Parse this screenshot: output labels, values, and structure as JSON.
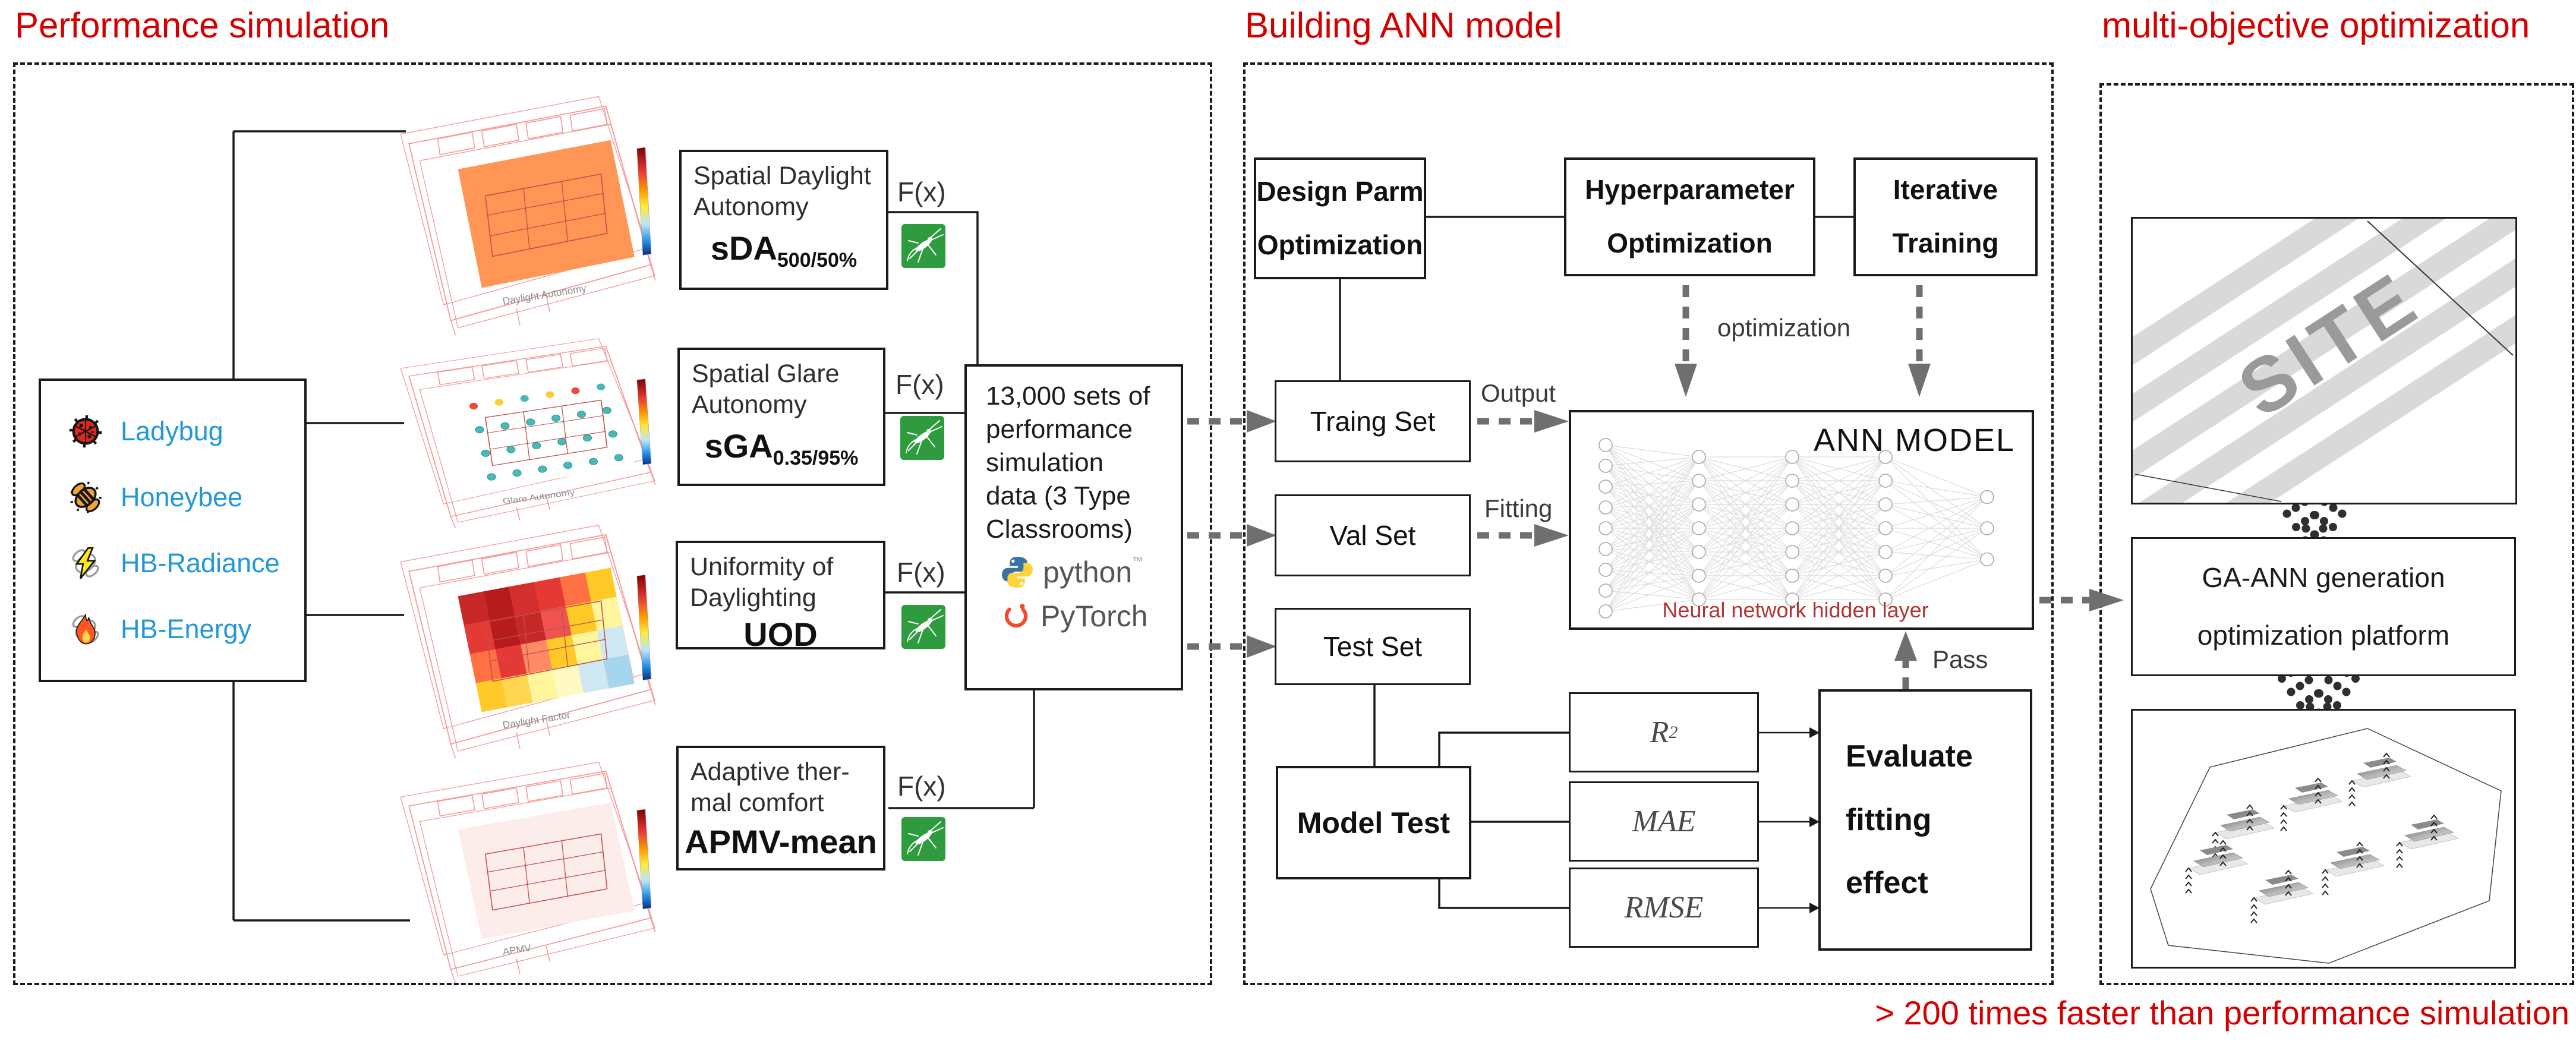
{
  "titles": {
    "left": "Performance simulation",
    "middle": "Building ANN model",
    "right": "multi-objective optimization",
    "footnote": "> 200 times faster than performance simulation"
  },
  "colors": {
    "accent_red": "#d40000",
    "tool_label_blue": "#2398d8",
    "grasshopper_green": "#2e9b3e",
    "hidden_layer_caption_red": "#b03434",
    "arrow_gray": "#6f6f6f",
    "pytorch_orange": "#ee4c2c",
    "python_blue": "#3873a3",
    "python_yellow": "#ffd43b"
  },
  "tools": {
    "items": [
      {
        "label": "Ladybug",
        "icon": "ladybug-icon"
      },
      {
        "label": "Honeybee",
        "icon": "honeybee-icon"
      },
      {
        "label": "HB-Radiance",
        "icon": "radiance-bolt-icon"
      },
      {
        "label": "HB-Energy",
        "icon": "energy-flame-icon"
      }
    ]
  },
  "thumbnails": [
    {
      "caption": "Daylight Autonomy",
      "style": "solid",
      "floor": "#ff9655"
    },
    {
      "caption": "Glare Autonomy",
      "style": "dots",
      "floor": "#ffffff"
    },
    {
      "caption": "Daylight Factor",
      "style": "patches",
      "floor": "#ffd27f"
    },
    {
      "caption": "APMV",
      "style": "solid",
      "floor": "#fcecea"
    }
  ],
  "metrics": [
    {
      "line1": "Spatial Daylight",
      "line2": "Autonomy",
      "abbr": "sDA",
      "sub": "500/50%",
      "fx": "F(x)"
    },
    {
      "line1": "Spatial Glare",
      "line2": "Autonomy",
      "abbr": "sGA",
      "sub": "0.35/95%",
      "fx": "F(x)"
    },
    {
      "line1": "Uniformity of",
      "line2": "Daylighting",
      "abbr": "UOD",
      "sub": "",
      "fx": "F(x)"
    },
    {
      "line1": "Adaptive ther-",
      "line2": "mal comfort",
      "abbr": "APMV-mean",
      "sub": "",
      "fx": "F(x)"
    }
  ],
  "dataset": {
    "lines": [
      "13,000 sets of",
      "performance",
      "simulation",
      "data (3 Type",
      "Classrooms)"
    ],
    "python_label": "python",
    "python_tm": "™",
    "pytorch_label": "PyTorch"
  },
  "pipeline": {
    "design_parm": {
      "line1": "Design Parm",
      "line2": "Optimization"
    },
    "hyperparameter": {
      "line1": "Hyperparameter",
      "line2": "Optimization"
    },
    "iterative": {
      "line1": "Iterative",
      "line2": "Training"
    },
    "sets": {
      "train": "Traing Set",
      "val": "Val Set",
      "test": "Test Set"
    },
    "labels": {
      "output": "Output",
      "fitting": "Fitting",
      "optimization": "optimization",
      "pass": "Pass"
    },
    "ann": {
      "title": "ANN MODEL",
      "caption": "Neural network hidden layer",
      "layers": [
        9,
        7,
        7,
        7,
        3
      ]
    },
    "model_test": "Model Test",
    "eval_metrics": [
      {
        "base": "R",
        "sup": "2"
      },
      {
        "base": "MAE",
        "sup": ""
      },
      {
        "base": "RMSE",
        "sup": ""
      }
    ],
    "evaluate": {
      "line1": "Evaluate",
      "line2": "fitting",
      "line3": "effect"
    }
  },
  "moo": {
    "site_label": "SITE",
    "platform": {
      "line1": "GA-ANN generation",
      "line2": "optimization platform"
    }
  }
}
